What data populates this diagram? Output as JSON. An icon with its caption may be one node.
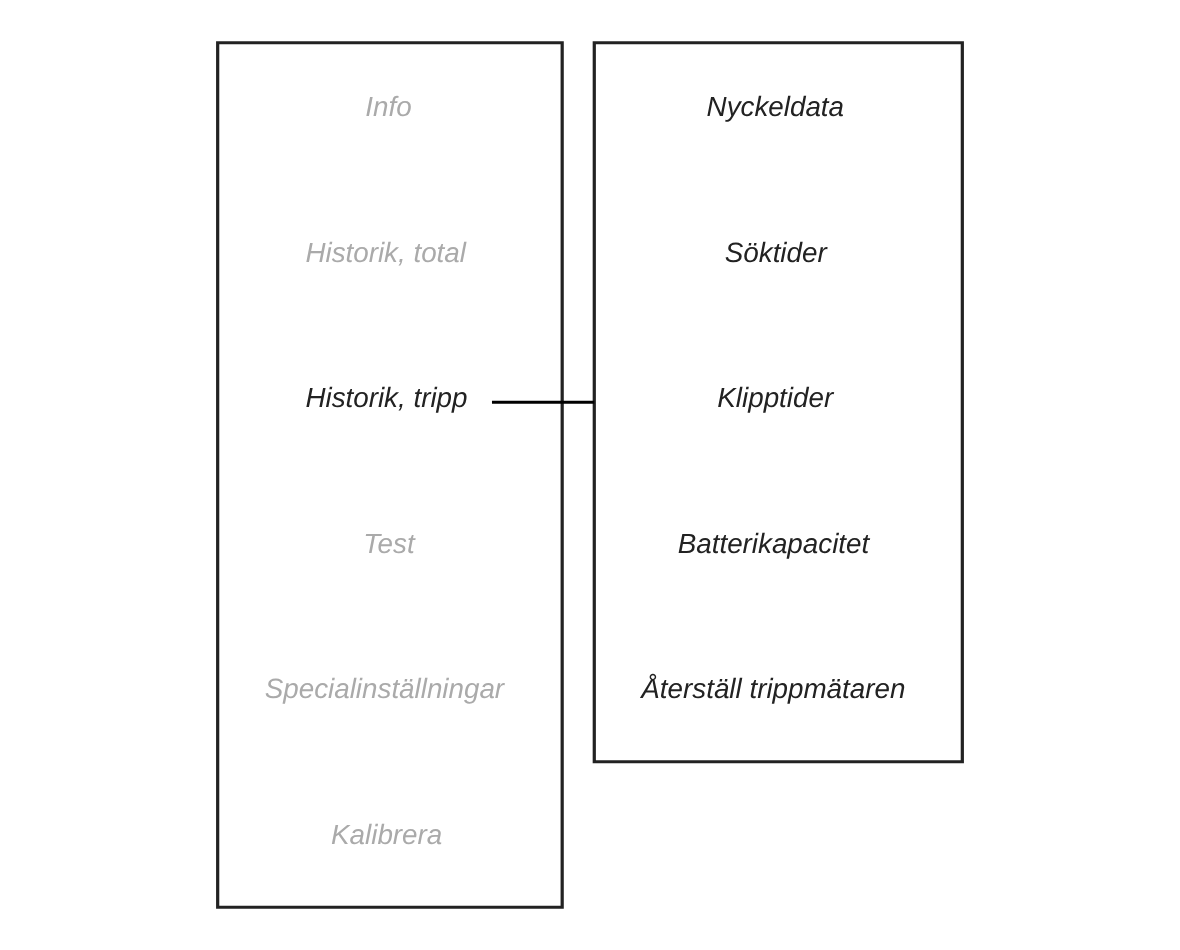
{
  "diagram": {
    "nodes": [
      {
        "text": [],
        "shape": "box"
      },
      {
        "text": [
          "Info"
        ],
        "in": 0
      },
      {
        "text": [
          "Historik, total"
        ],
        "in": 0
      },
      {
        "text": [
          "Historik, tripp"
        ],
        "in": 0
      },
      {
        "text": [
          "Test"
        ],
        "in": 0
      },
      {
        "text": [
          "Specialinställningar"
        ],
        "in": 0
      },
      {
        "text": [
          "Kalibrera"
        ],
        "in": 0
      },
      {
        "text": [],
        "shape": "box"
      },
      {
        "text": [
          "Nyckeldata"
        ],
        "in": 7
      },
      {
        "text": [
          "Söktider"
        ],
        "in": 7
      },
      {
        "text": [
          "Klipptider"
        ],
        "in": 7
      },
      {
        "text": [
          "Batterikapacitet"
        ],
        "in": 7
      },
      {
        "text": [
          "Återställ trippmätaren"
        ],
        "in": 7
      }
    ],
    "edges": [
      {
        "from": 3,
        "to": 7,
        "arrow": "none"
      }
    ]
  }
}
